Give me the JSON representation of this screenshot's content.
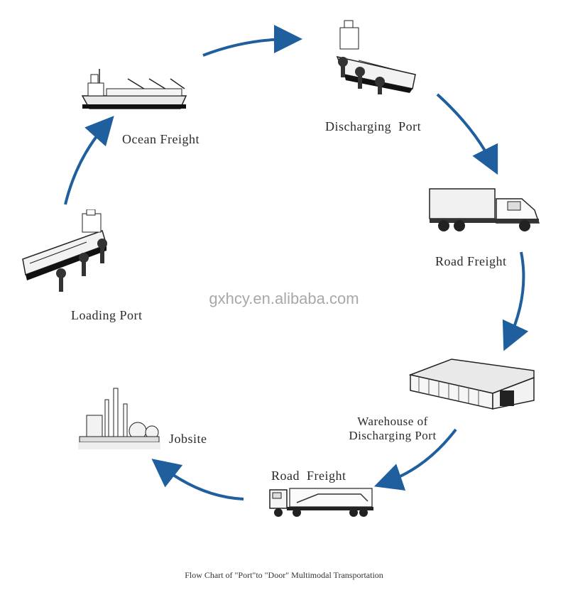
{
  "diagram": {
    "nodes": [
      {
        "id": "ocean-freight",
        "label": "Ocean Freight",
        "icon": "cargo-ship-icon"
      },
      {
        "id": "discharging-port",
        "label": "Discharging  Port",
        "icon": "tanker-with-cranes-icon"
      },
      {
        "id": "road-freight-truck",
        "label": "Road Freight",
        "icon": "box-truck-icon"
      },
      {
        "id": "warehouse",
        "label_line1": "Warehouse of",
        "label_line2": "Discharging Port",
        "icon": "warehouse-icon"
      },
      {
        "id": "road-freight-trailer",
        "label": "Road  Freight",
        "icon": "flatbed-trailer-icon"
      },
      {
        "id": "jobsite",
        "label": "Jobsite",
        "icon": "factory-icon"
      },
      {
        "id": "loading-port",
        "label": "Loading Port",
        "icon": "tanker-with-cranes-icon"
      }
    ],
    "flow": [
      "loading-port",
      "ocean-freight",
      "discharging-port",
      "road-freight-truck",
      "warehouse",
      "road-freight-trailer",
      "jobsite"
    ],
    "caption": "Flow Chart of \"Port\"to \"Door\" Multimodal Transportation",
    "watermark": "gxhcy.en.alibaba.com",
    "colors": {
      "arrow": "#1f5f9e",
      "icon": "#333333",
      "background": "#ffffff"
    }
  }
}
